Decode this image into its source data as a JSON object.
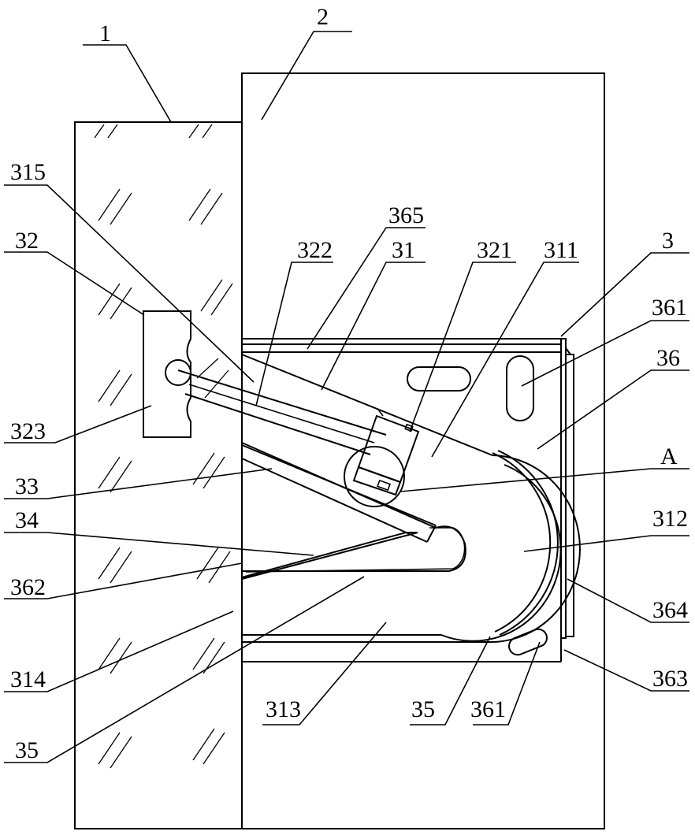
{
  "labels": {
    "l1": "1",
    "l2": "2",
    "l3": "3",
    "l31": "31",
    "l311": "311",
    "l312": "312",
    "l313": "313",
    "l314": "314",
    "l315": "315",
    "l32": "32",
    "l321": "321",
    "l322": "322",
    "l323": "323",
    "l33": "33",
    "l34": "34",
    "l35_bottom": "35",
    "l35_left": "35",
    "l36": "36",
    "l361_top": "361",
    "l361_bottom": "361",
    "l362": "362",
    "l363": "363",
    "l364": "364",
    "l365": "365",
    "lA": "A"
  }
}
